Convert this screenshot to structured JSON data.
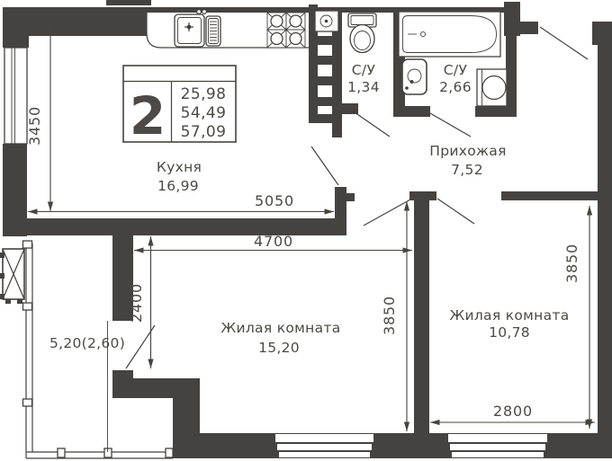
{
  "plan": {
    "unit": {
      "rooms_count": "2",
      "areas": [
        "25,98",
        "54,49",
        "57,09"
      ]
    },
    "rooms": {
      "kitchen": {
        "name": "Кухня",
        "area": "16,99"
      },
      "wc_small": {
        "name": "С/У",
        "area": "1,34"
      },
      "bathroom": {
        "name": "С/У",
        "area": "2,66"
      },
      "hallway": {
        "name": "Прихожая",
        "area": "7,52"
      },
      "living_main": {
        "name": "Жилая комната",
        "area": "15,20"
      },
      "living_second": {
        "name": "Жилая комната",
        "area": "10,78"
      },
      "balcony": {
        "area_label": "5,20(2,60)"
      }
    },
    "dimensions_mm": {
      "kitchen_height": "3450",
      "kitchen_width": "5050",
      "living_main_width": "4700",
      "balcony_depth": "2400",
      "living_main_height": "3850",
      "living_second_height": "3850",
      "living_second_width": "2800"
    },
    "colors": {
      "wall": "#454341",
      "line": "#44423f",
      "text": "#4c4a46",
      "background": "#ffffff"
    }
  }
}
